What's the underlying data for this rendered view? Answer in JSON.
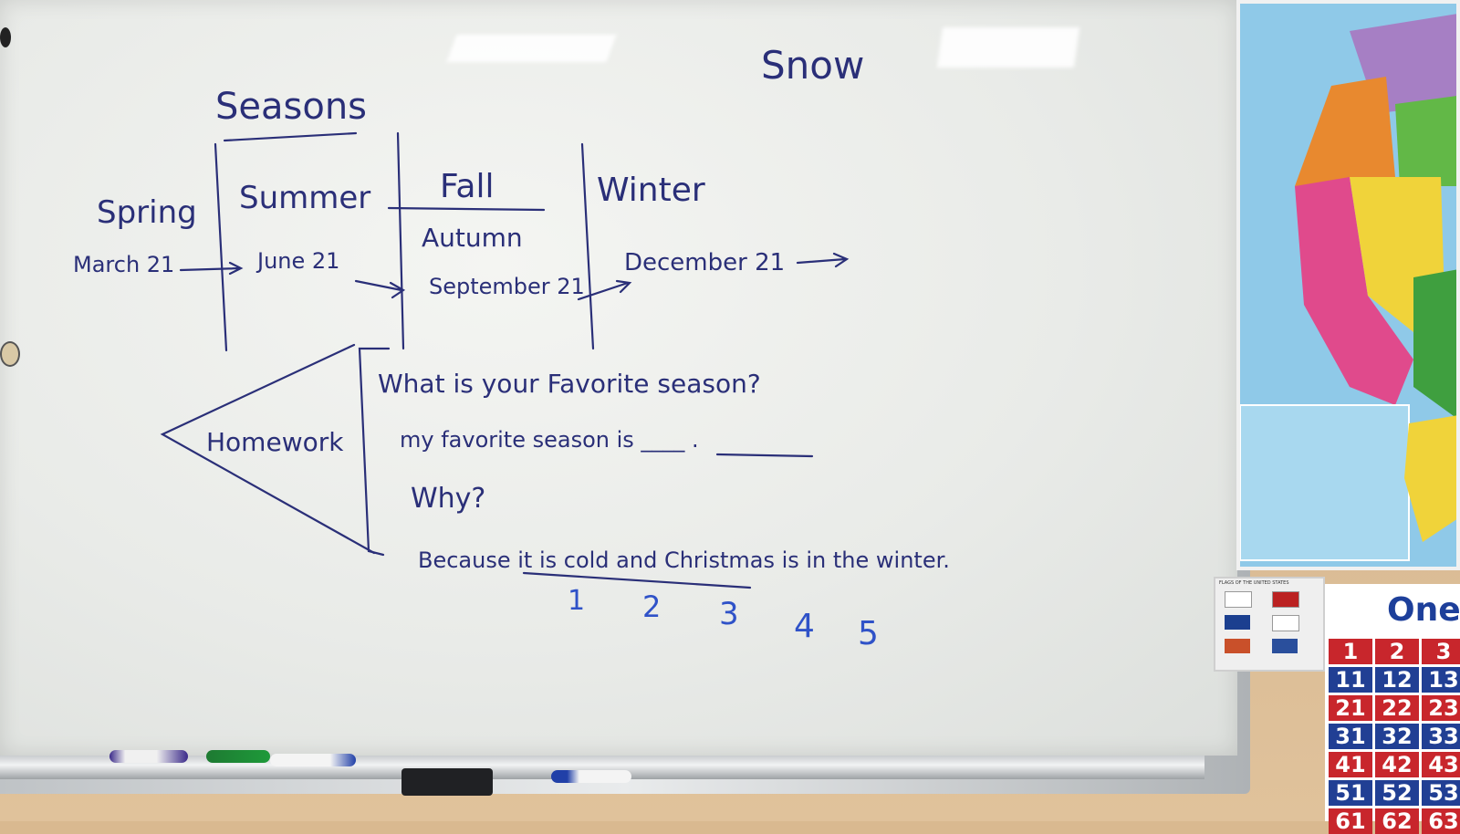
{
  "board": {
    "title": "Seasons",
    "note_top": "Snow",
    "seasons": [
      {
        "name": "Spring",
        "date": "March 21"
      },
      {
        "name": "Summer",
        "date": "June 21"
      },
      {
        "name": "Fall",
        "alt": "Autumn",
        "date": "September 21"
      },
      {
        "name": "Winter",
        "date": "December 21"
      }
    ],
    "homework_label": "Homework",
    "lines": [
      "What is your Favorite season?",
      "my favorite season is ____ .",
      "Why?",
      "Because it is cold and Christmas is in the winter."
    ],
    "numbers": [
      "1",
      "2",
      "3",
      "4",
      "5"
    ]
  },
  "poster": {
    "flags_title": "FLAGS OF THE UNITED STATES",
    "chart_title": "One",
    "chart_numbers": [
      "1",
      "2",
      "3",
      "11",
      "12",
      "13",
      "21",
      "22",
      "23",
      "31",
      "32",
      "33",
      "41",
      "42",
      "43",
      "51",
      "52",
      "53",
      "61",
      "62",
      "63"
    ]
  },
  "colors": {
    "ink": "#2a2f78",
    "ink_blue": "#2f52c8",
    "chart_red": "#c8262c",
    "chart_blue": "#213f94"
  }
}
